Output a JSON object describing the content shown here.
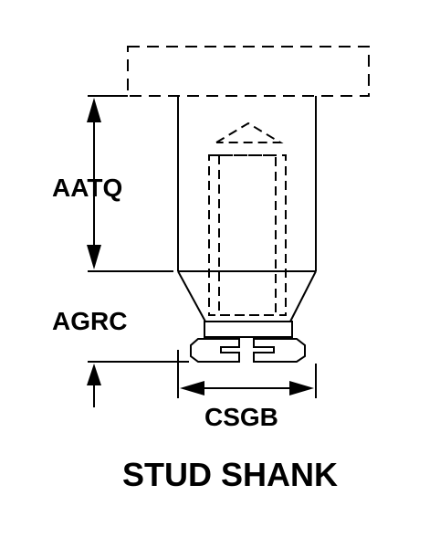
{
  "labels": {
    "height_upper": "AATQ",
    "height_lower": "AGRC",
    "width": "CSGB",
    "title": "STUD SHANK"
  },
  "colors": {
    "line": "#000000",
    "background": "#ffffff"
  }
}
